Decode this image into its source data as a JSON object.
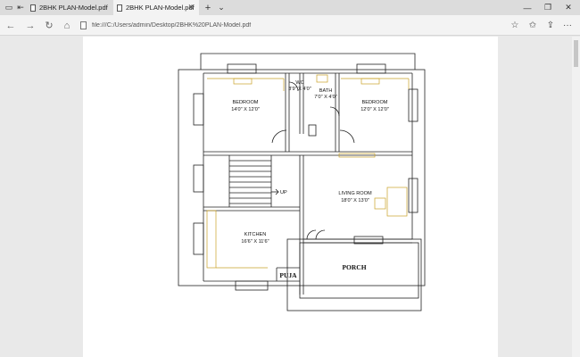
{
  "tabs": [
    {
      "label": "2BHK PLAN-Model.pdf",
      "active": false
    },
    {
      "label": "2BHK PLAN-Model.pdf",
      "active": true
    }
  ],
  "address": {
    "url": "file:///C:/Users/admin/Desktop/2BHK%20PLAN-Model.pdf"
  },
  "icons": {
    "tab_actions": "tab-actions-icon",
    "back": "back-arrow-icon",
    "forward": "forward-arrow-icon",
    "refresh": "refresh-icon",
    "home": "home-icon",
    "new_tab": "plus-icon",
    "tab_list": "chevron-down-icon",
    "favorite": "star-icon",
    "favorites": "favorites-bar-icon",
    "share": "share-icon",
    "more": "more-icon",
    "minimize": "minimize-icon",
    "maximize": "maximize-icon",
    "close": "close-icon"
  },
  "plan": {
    "rooms": {
      "bedroom_left": {
        "name": "BEDROOM",
        "size": "14'0\" X 12'0\""
      },
      "wc": {
        "name": "WC",
        "size": "3'9\" X 4'0\""
      },
      "bath": {
        "name": "BATH",
        "size": "7'0\" X 4'0\""
      },
      "bedroom_right": {
        "name": "BEDROOM",
        "size": "12'0\" X 12'0\""
      },
      "living": {
        "name": "LIVING ROOM",
        "size": "18'0\" X 13'0\""
      },
      "kitchen": {
        "name": "KITCHEN",
        "size": "16'6\" X 11'6\""
      },
      "puja": {
        "name": "PUJA"
      },
      "porch": {
        "name": "PORCH"
      },
      "stair": {
        "name": "UP"
      }
    }
  },
  "colors": {
    "chrome": "#dcdcdc",
    "toolbar": "#f3f3f3",
    "viewer_bg": "#e9e9e9",
    "page": "#ffffff",
    "furniture": "#c9a227"
  }
}
